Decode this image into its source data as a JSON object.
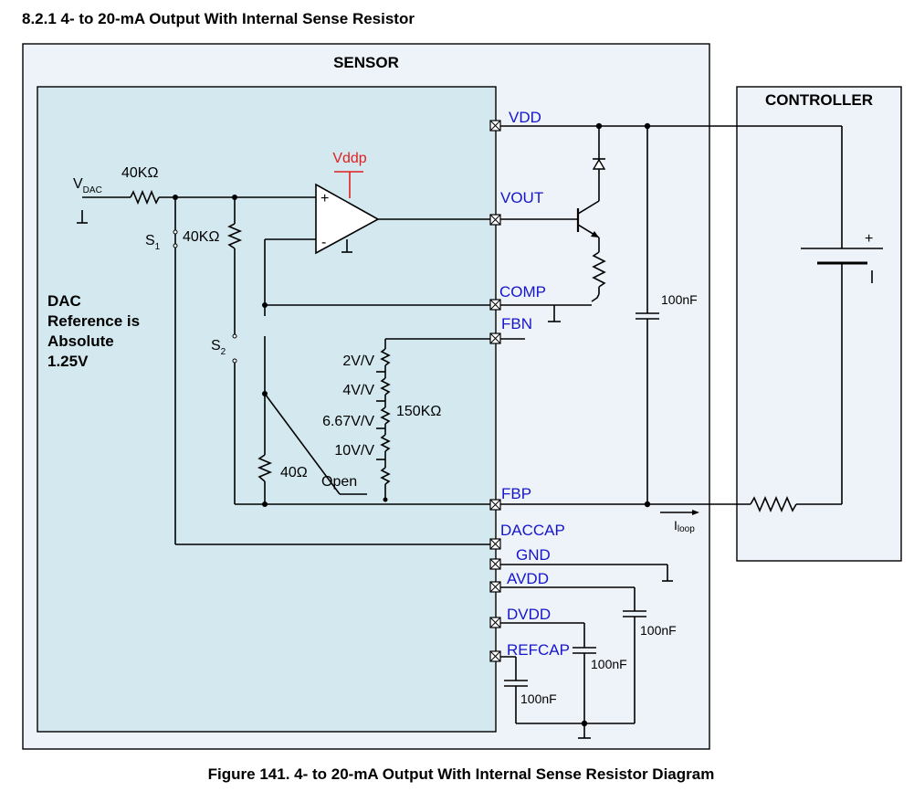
{
  "section_title": "8.2.1   4- to 20-mA Output With Internal Sense Resistor",
  "figure_caption": "Figure 141.  4- to 20-mA Output With Internal Sense Resistor Diagram",
  "blocks": {
    "sensor": "SENSOR",
    "controller": "CONTROLLER"
  },
  "dac_note": [
    "DAC",
    "Reference is",
    "Absolute",
    "1.25V"
  ],
  "pins": {
    "vdd": "VDD",
    "vout": "VOUT",
    "comp": "COMP",
    "fbn": "FBN",
    "fbp": "FBP",
    "daccap": "DACCAP",
    "gnd": "GND",
    "avdd": "AVDD",
    "dvdd": "DVDD",
    "refcap": "REFCAP"
  },
  "labels": {
    "vdac_main": "V",
    "vdac_sub": "DAC",
    "vddp": "Vddp",
    "r_in": "40KΩ",
    "r_fb": "40KΩ",
    "s1_main": "S",
    "s1_sub": "1",
    "s2_main": "S",
    "s2_sub": "2",
    "op_plus": "+",
    "op_minus": "-",
    "gain_2": "2V/V",
    "gain_4": "4V/V",
    "gain_667": "6.67V/V",
    "gain_10": "10V/V",
    "r_ladder": "150KΩ",
    "r_sense": "40Ω",
    "open": "Open",
    "iloop_main": "I",
    "iloop_sub": "loop",
    "batt_plus": "+",
    "c_vdd": "100nF",
    "c_avdd": "100nF",
    "c_dvdd": "100nF",
    "c_refcap": "100nF"
  },
  "colors": {
    "pin_label": "#1515cc",
    "vddp": "#e02020",
    "sensor_fill": "#eef2f9",
    "dac_fill": "#d3e9ef"
  }
}
